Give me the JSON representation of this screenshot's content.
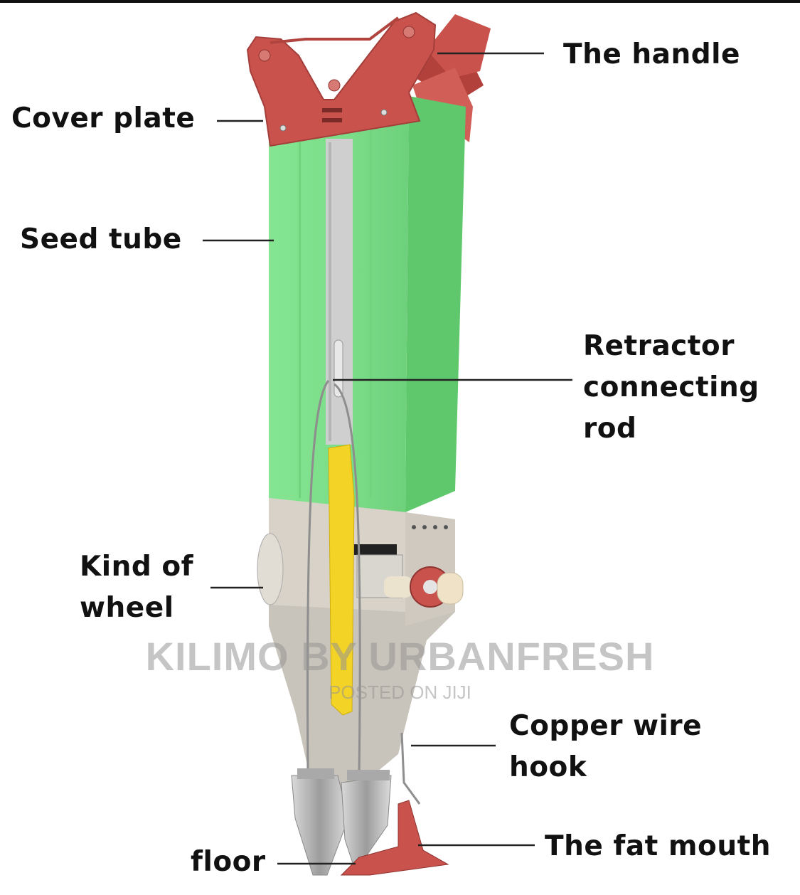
{
  "labels": {
    "handle": "The handle",
    "cover_plate": "Cover plate",
    "seed_tube": "Seed tube",
    "retractor": [
      "Retractor",
      "connecting",
      "rod"
    ],
    "wheel": [
      "Kind of",
      "wheel"
    ],
    "copper_hook": [
      "Copper wire",
      "hook"
    ],
    "fat_mouth": "The fat mouth",
    "floor": "floor"
  },
  "watermark": {
    "main": "KILIMO BY URBANFRESH",
    "sub": "POSTED ON JIJI"
  },
  "colors": {
    "seed_tube_green": "#7fe08a",
    "cover_plate_red": "#c9524d",
    "yellow_rod": "#f3d325",
    "steel": "#b8b8b8",
    "leader_line": "#222222"
  }
}
